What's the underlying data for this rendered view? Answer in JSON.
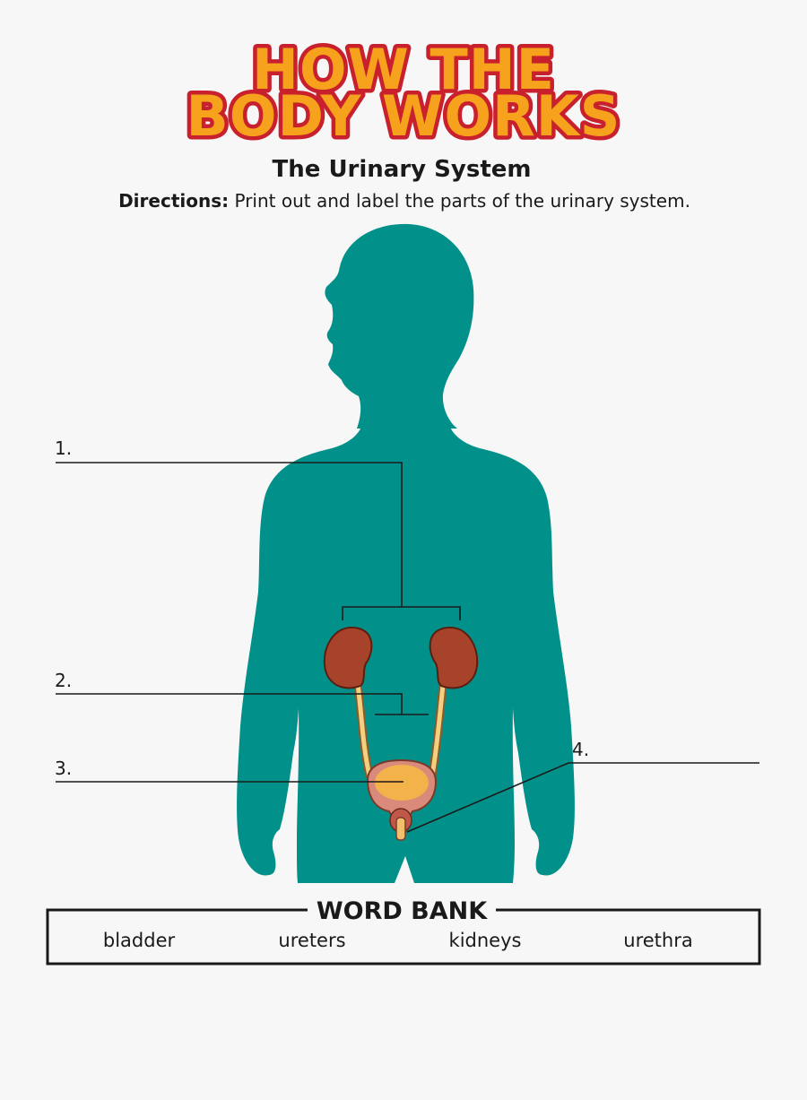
{
  "logo": {
    "line1": "HOW THE",
    "line2": "BODY WORKS"
  },
  "title": "The Urinary System",
  "directions": {
    "label": "Directions:",
    "text": " Print out and label the parts of the urinary system."
  },
  "labels": [
    {
      "number": "1."
    },
    {
      "number": "2."
    },
    {
      "number": "3."
    },
    {
      "number": "4."
    }
  ],
  "word_bank": {
    "title": "WORD BANK",
    "words": [
      "bladder",
      "ureters",
      "kidneys",
      "urethra"
    ]
  },
  "colors": {
    "body": "#02918a",
    "kidney": "#a8432b",
    "bladder": "#f4b24a",
    "ureter": "#f2d080",
    "logo_fill": "#f6a21c",
    "logo_stroke": "#c8202c",
    "line": "#1a1a1a"
  }
}
